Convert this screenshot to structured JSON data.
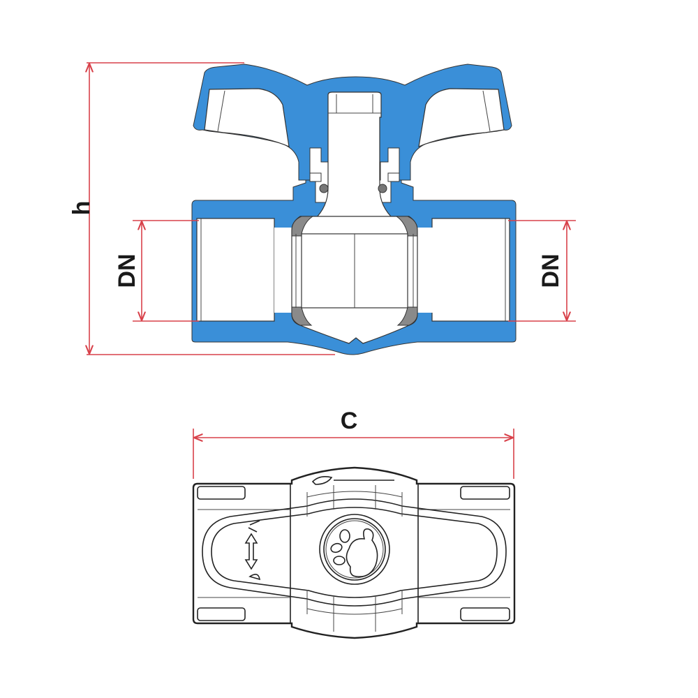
{
  "dimensions": {
    "height_label": "h",
    "dn_left_label": "DN",
    "dn_right_label": "DN",
    "length_label": "C"
  },
  "colors": {
    "body": "#3a8fd8",
    "seat": "#8a8a8a",
    "dimension_line": "#d8414a"
  }
}
